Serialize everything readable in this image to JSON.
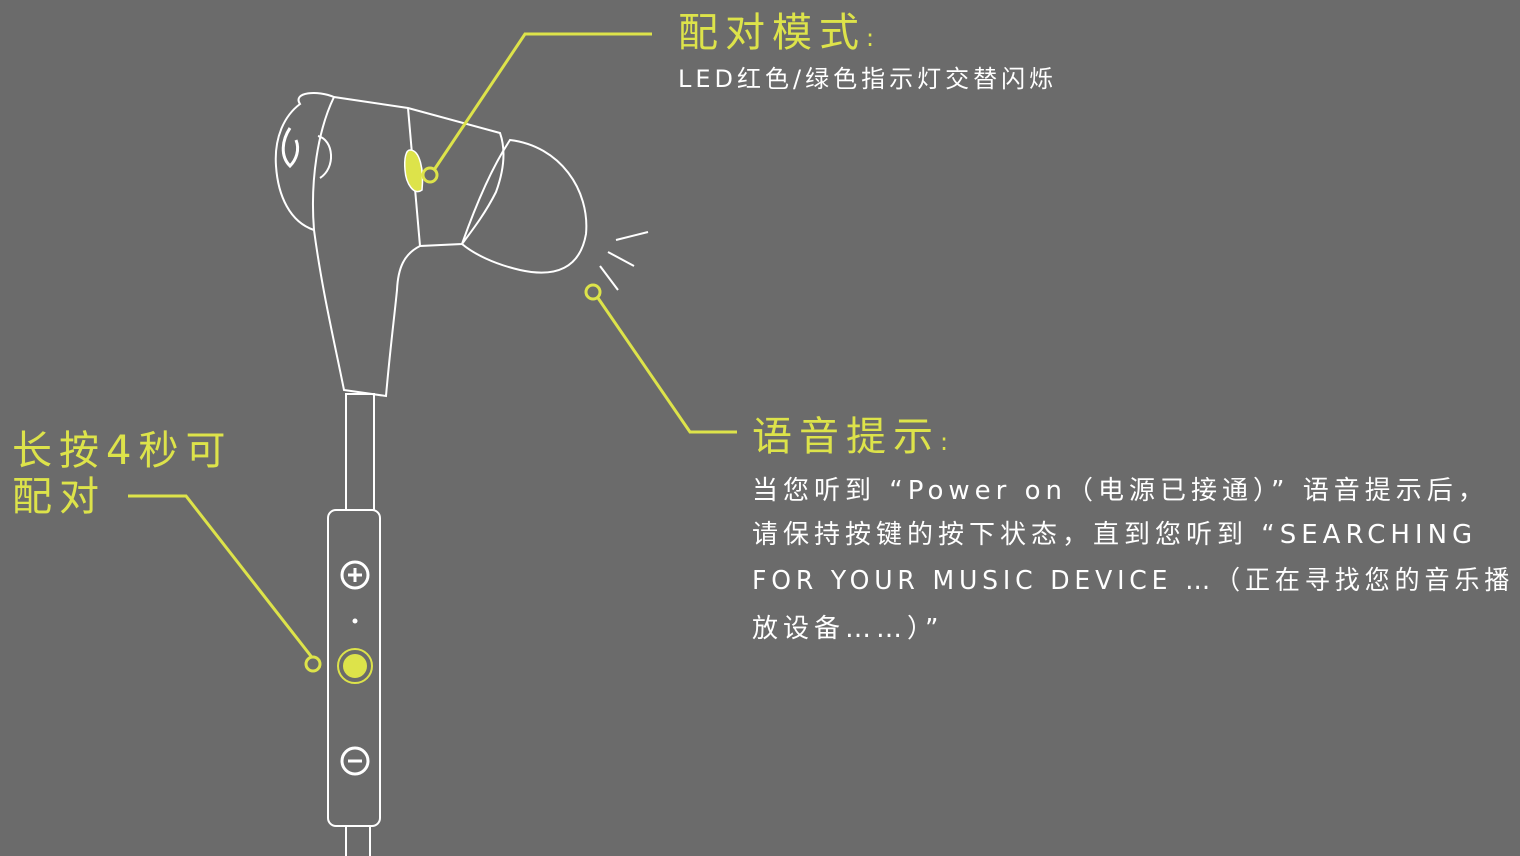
{
  "colors": {
    "background": "#6b6b6b",
    "accent": "#dde34a",
    "outline": "#ffffff",
    "text": "#ffffff"
  },
  "callouts": {
    "pairing_mode": {
      "title": "配对模式",
      "colon": ":",
      "description": "LED红色/绿色指示灯交替闪烁"
    },
    "voice_prompt": {
      "title": "语音提示",
      "colon": ":",
      "lines": [
        "当您听到 “Power on（电源已接通）” 语音提示后，",
        "请保持按键的按下状态，直到您听到 “SEARCHING",
        "FOR YOUR MUSIC DEVICE …（正在寻找您的音乐播",
        "放设备……）”"
      ]
    },
    "hold_to_pair": {
      "lines": [
        "长按4秒可",
        "配对"
      ]
    }
  },
  "remote": {
    "volume_up_icon": "plus-icon",
    "volume_down_icon": "minus-icon",
    "main_button_icon": "circle-button-icon"
  }
}
